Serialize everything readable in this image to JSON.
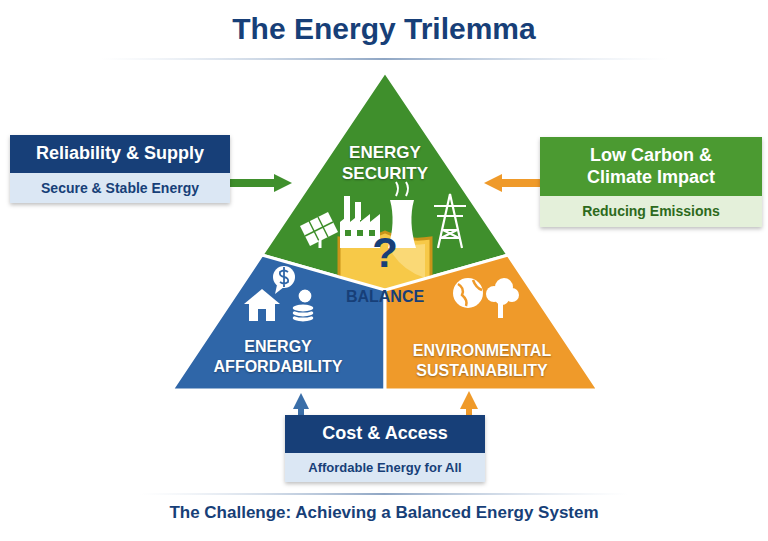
{
  "diagram": {
    "title": "The Energy Trilemma",
    "caption": "The Challenge: Achieving a Balanced Energy System",
    "nodes": [
      {
        "text": [
          "Reliability & Supply",
          "Secure & Stable Energy"
        ]
      },
      {
        "text": [
          "ENERGY SECURITY"
        ]
      },
      {
        "text": [
          "Low Carbon & Climate Impact",
          "Reducing Emissions"
        ]
      },
      {
        "text": [
          "?",
          "BALANCE"
        ]
      },
      {
        "text": [
          "ENERGY AFFORDABILITY"
        ]
      },
      {
        "text": [
          "ENVIRONMENTAL SUSTAINABILITY"
        ]
      },
      {
        "text": [
          "Cost & Access",
          "Affordable Energy for All"
        ]
      }
    ],
    "edges": [
      {
        "from": 0,
        "to": 1,
        "arrow": "to"
      },
      {
        "from": 2,
        "to": 1,
        "arrow": "to"
      },
      {
        "from": 6,
        "to": 4,
        "arrow": "to"
      },
      {
        "from": 6,
        "to": 5,
        "arrow": "to"
      }
    ]
  }
}
